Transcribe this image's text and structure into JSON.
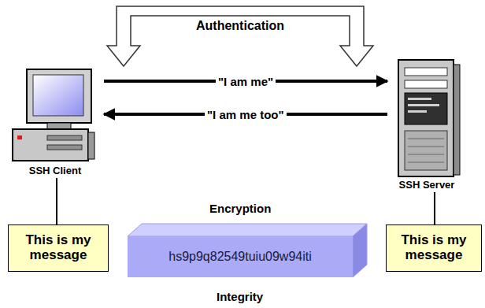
{
  "diagram": {
    "nodes": [
      {
        "text": [
          "SSH Client"
        ]
      },
      {
        "text": [
          "SSH Server"
        ]
      },
      {
        "text": [
          "This is my message"
        ]
      },
      {
        "text": [
          "hs9p9q82549tuiu09w94iti"
        ]
      },
      {
        "text": [
          "This is my message"
        ]
      }
    ],
    "edges": [
      {
        "from": 0,
        "to": 1,
        "label": "\"I am me\"",
        "arrow": "to"
      },
      {
        "from": 1,
        "to": 0,
        "label": "\"I am me too\"",
        "arrow": "to"
      },
      {
        "from": 0,
        "to": 2,
        "arrow": "none"
      },
      {
        "from": 1,
        "to": 4,
        "arrow": "none"
      }
    ],
    "labels": [
      "Authentication",
      "Encryption",
      "Integrity"
    ]
  }
}
